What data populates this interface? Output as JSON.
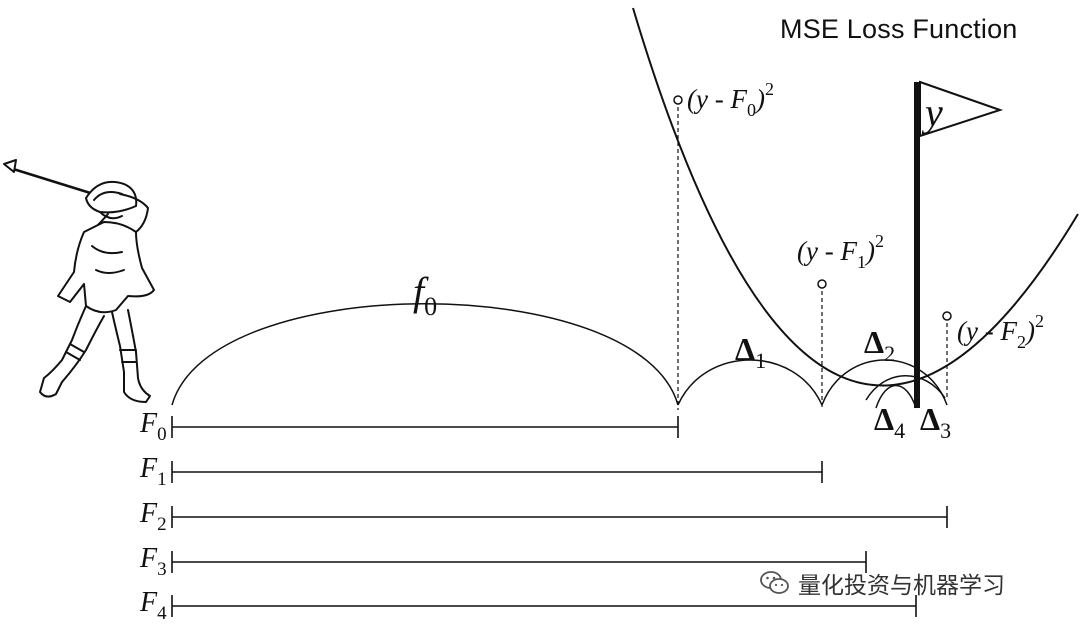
{
  "title": "MSE Loss Function",
  "watermark": "量化投资与机器学习",
  "target_label": "y",
  "first_step_label": {
    "base": "f",
    "sub": "0"
  },
  "loss_points": [
    {
      "pre": "(y - F",
      "sub": "0",
      "post": ")",
      "sup": "2"
    },
    {
      "pre": "(y - F",
      "sub": "1",
      "post": ")",
      "sup": "2"
    },
    {
      "pre": "(y - F",
      "sub": "2",
      "post": ")",
      "sup": "2"
    }
  ],
  "deltas": [
    {
      "base": "Δ",
      "sub": "1"
    },
    {
      "base": "Δ",
      "sub": "2"
    },
    {
      "base": "Δ",
      "sub": "3"
    },
    {
      "base": "Δ",
      "sub": "4"
    }
  ],
  "model_rows": [
    {
      "base": "F",
      "sub": "0"
    },
    {
      "base": "F",
      "sub": "1"
    },
    {
      "base": "F",
      "sub": "2"
    },
    {
      "base": "F",
      "sub": "3"
    },
    {
      "base": "F",
      "sub": "4"
    }
  ]
}
